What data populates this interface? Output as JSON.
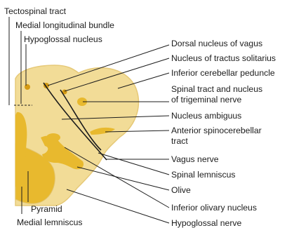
{
  "labels": {
    "tectospinal_tract": "Tectospinal tract",
    "medial_longitudinal_bundle": "Medial longitudinal bundle",
    "hypoglossal_nucleus": "Hypoglossal nucleus",
    "dorsal_nucleus_of_vagus": "Dorsal nucleus of vagus",
    "nucleus_of_tractus_solitarius": "Nucleus of tractus solitarius",
    "inferior_cerebellar_peduncle": "Inferior cerebellar peduncle",
    "spinal_tract_line1": "Spinal tract and nucleus",
    "spinal_tract_line2": "of trigeminal nerve",
    "nucleus_ambiguus": "Nucleus ambiguus",
    "anterior_spinocerebellar_line1": "Anterior spinocerebellar",
    "anterior_spinocerebellar_line2": "tract",
    "vagus_nerve": "Vagus nerve",
    "spinal_lemniscus": "Spinal lemniscus",
    "olive": "Olive",
    "inferior_olivary_nucleus": "Inferior olivary nucleus",
    "hypoglossal_nerve": "Hypoglossal nerve",
    "pyramid": "Pyramid",
    "medial_lemniscus": "Medial lemniscus"
  },
  "colors": {
    "tissue": "#f2dc97",
    "tissue_outline": "#e2c36a",
    "nucleus_dark": "#e2ad22",
    "line": "#1c1c1c"
  }
}
